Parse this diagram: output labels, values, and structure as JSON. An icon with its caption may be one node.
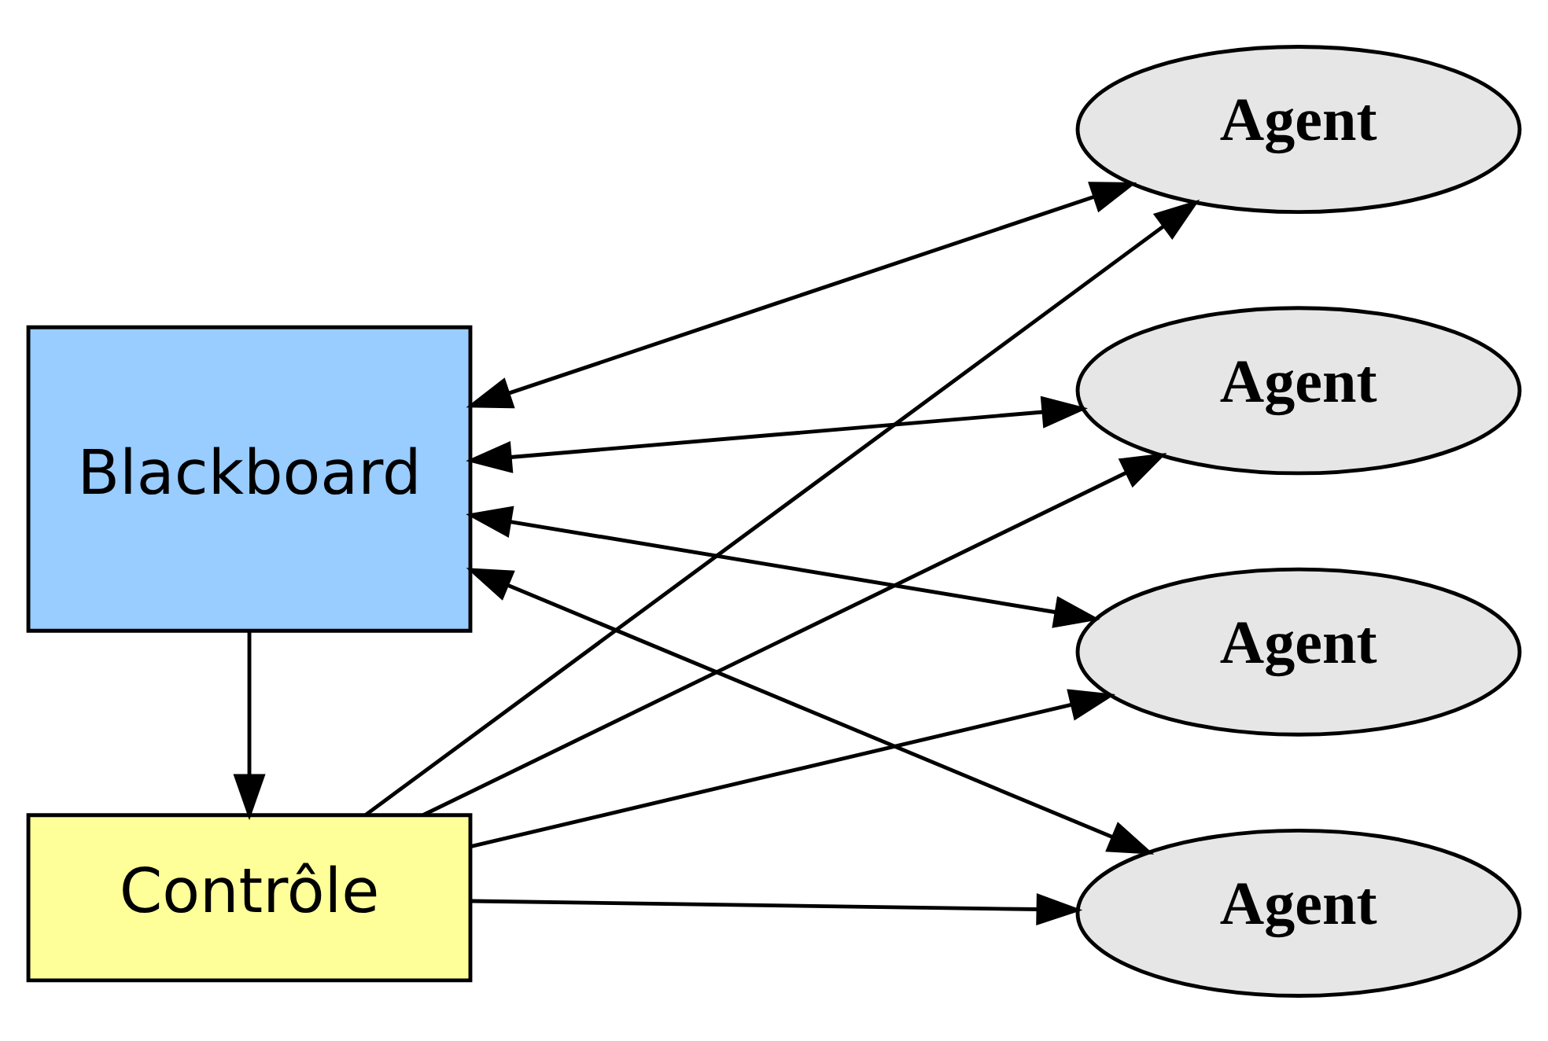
{
  "diagram": {
    "nodes": [
      {
        "text": [
          "Blackboard"
        ]
      },
      {
        "text": [
          "Contrôle"
        ]
      },
      {
        "text": [
          "Agent"
        ]
      },
      {
        "text": [
          "Agent"
        ]
      },
      {
        "text": [
          "Agent"
        ]
      },
      {
        "text": [
          "Agent"
        ]
      }
    ],
    "edges": [
      {
        "from": 0,
        "to": 2,
        "arrow": "both"
      },
      {
        "from": 0,
        "to": 3,
        "arrow": "both"
      },
      {
        "from": 0,
        "to": 4,
        "arrow": "both"
      },
      {
        "from": 0,
        "to": 5,
        "arrow": "both"
      },
      {
        "from": 0,
        "to": 1,
        "arrow": "to"
      },
      {
        "from": 1,
        "to": 2,
        "arrow": "to"
      },
      {
        "from": 1,
        "to": 3,
        "arrow": "to"
      },
      {
        "from": 1,
        "to": 4,
        "arrow": "to"
      },
      {
        "from": 1,
        "to": 5,
        "arrow": "to"
      }
    ]
  }
}
